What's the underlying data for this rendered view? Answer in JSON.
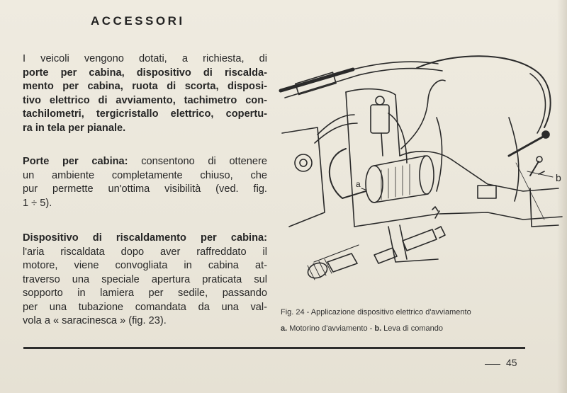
{
  "heading": "ACCESSORI",
  "intro": {
    "lines": [
      [
        {
          "t": "I veicoli vengono dotati, a richiesta, di",
          "b": false
        }
      ],
      [
        {
          "t": "porte per cabina, dispositivo di riscalda-",
          "b": true
        }
      ],
      [
        {
          "t": "mento per cabina, ruota di scorta, disposi-",
          "b": true
        }
      ],
      [
        {
          "t": "tivo elettrico di avviamento, tachimetro con-",
          "b": true
        }
      ],
      [
        {
          "t": "tachilometri, tergicristallo elettrico, copertu-",
          "b": true
        }
      ],
      [
        {
          "t": "ra in tela per pianale.",
          "b": true
        }
      ]
    ]
  },
  "porte": {
    "lines": [
      [
        {
          "t": "Porte per cabina:",
          "b": true
        },
        {
          "t": " consentono di ottenere",
          "b": false
        }
      ],
      [
        {
          "t": "un ambiente completamente chiuso, che",
          "b": false
        }
      ],
      [
        {
          "t": "pur permette un'ottima visibilità (ved. fig.",
          "b": false
        }
      ],
      [
        {
          "t": "1 ÷ 5).",
          "b": false
        }
      ]
    ]
  },
  "riscaldamento": {
    "lines": [
      [
        {
          "t": "Dispositivo di riscaldamento per cabina:",
          "b": true
        }
      ],
      [
        {
          "t": "l'aria riscaldata dopo aver raffreddato il",
          "b": false
        }
      ],
      [
        {
          "t": "motore, viene convogliata in cabina at-",
          "b": false
        }
      ],
      [
        {
          "t": "traverso una speciale apertura praticata sul",
          "b": false
        }
      ],
      [
        {
          "t": "sopporto in lamiera per sedile, passando",
          "b": false
        }
      ],
      [
        {
          "t": "per una tubazione comandata da una val-",
          "b": false
        }
      ],
      [
        {
          "t": "vola a « saracinesca » (fig. 23).",
          "b": false
        }
      ]
    ]
  },
  "figure": {
    "label_a": "a",
    "label_b": "b",
    "caption_title": "Fig. 24 - Applicazione dispositivo elettrico d'avviamento",
    "caption_a_key": "a.",
    "caption_a_text": " Motorino d'avviamento - ",
    "caption_b_key": "b.",
    "caption_b_text": " Leva di comando"
  },
  "page_number": "45"
}
